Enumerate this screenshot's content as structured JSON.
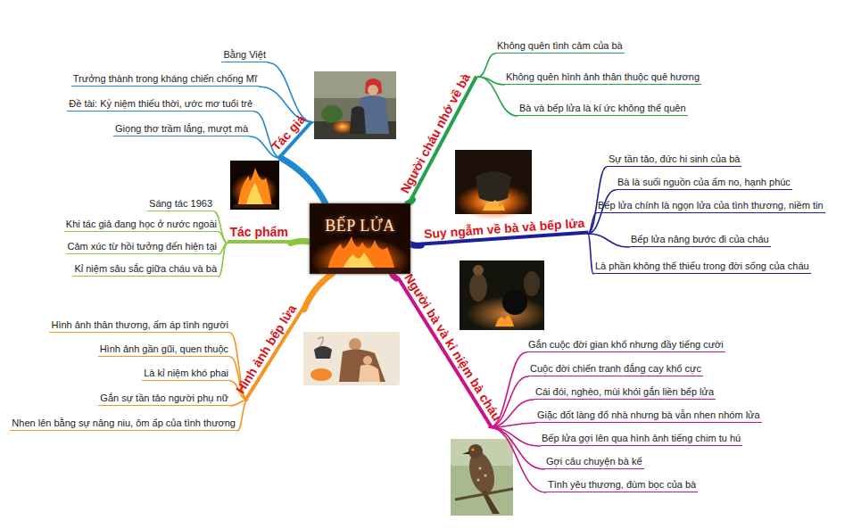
{
  "diagram": {
    "nodes": [
      {
        "text": [
          "BẾP LỬA"
        ]
      },
      {
        "text": [
          "Tác giả"
        ]
      },
      {
        "text": [
          "Bằng Việt"
        ]
      },
      {
        "text": [
          "Trưởng thành trong kháng chiến chống Mĩ"
        ]
      },
      {
        "text": [
          "Đề tài: Kỷ niệm thiếu thời, ước mơ tuổi trẻ"
        ]
      },
      {
        "text": [
          "Giọng thơ trầm lắng, mượt mà"
        ]
      },
      {
        "text": [
          "Tác phẩm"
        ]
      },
      {
        "text": [
          "Sáng tác 1963"
        ]
      },
      {
        "text": [
          "Khi tác giả đang học ở nước ngoài"
        ]
      },
      {
        "text": [
          "Cảm xúc từ hồi tưởng đến hiện tại"
        ]
      },
      {
        "text": [
          "Kỉ niệm sâu sắc giữa cháu và bà"
        ]
      },
      {
        "text": [
          "Hình ảnh bếp lửa"
        ]
      },
      {
        "text": [
          "Hình ảnh thân thương, ấm áp tình người"
        ]
      },
      {
        "text": [
          "Hình ảnh gần gũi, quen thuộc"
        ]
      },
      {
        "text": [
          "Là kỉ niệm khó phai"
        ]
      },
      {
        "text": [
          "Gắn sự tần tảo người phụ nữ"
        ]
      },
      {
        "text": [
          "Nhen lên bằng sự nâng niu, ôm ấp của tình thương"
        ]
      },
      {
        "text": [
          "Người cháu nhớ về bà"
        ]
      },
      {
        "text": [
          "Không quên tình cảm của bà"
        ]
      },
      {
        "text": [
          "Không quên hình ảnh thân thuộc quê hương"
        ]
      },
      {
        "text": [
          "Bà và bếp lửa là kí ức không thể quên"
        ]
      },
      {
        "text": [
          "Suy ngẫm về bà và bếp lửa"
        ]
      },
      {
        "text": [
          "Sự tần tảo, đức hi sinh của bà"
        ]
      },
      {
        "text": [
          "Bà là suối nguồn của ấm no, hạnh phúc"
        ]
      },
      {
        "text": [
          "Bếp lửa chính là ngọn lửa của tình thương, niềm tin"
        ]
      },
      {
        "text": [
          "Bếp lửa nâng bước đi của cháu"
        ]
      },
      {
        "text": [
          "Là phần không thể thiếu trong đời sống của cháu"
        ]
      },
      {
        "text": [
          "Người bà và kỉ niệm bà cháu"
        ]
      },
      {
        "text": [
          "Gắn cuộc đời gian khổ nhưng đầy tiếng cười"
        ]
      },
      {
        "text": [
          "Cuộc đời chiến tranh đắng cay khổ cực"
        ]
      },
      {
        "text": [
          "Cái đói, nghèo, mùi khói gắn liền bếp lửa"
        ]
      },
      {
        "text": [
          "Giặc đốt làng đổ nhà nhưng bà vẫn nhen nhóm lửa"
        ]
      },
      {
        "text": [
          "Bếp lửa gợi lên qua hình ảnh tiếng chim tu hú"
        ]
      },
      {
        "text": [
          "Gợi câu chuyện bà kể"
        ]
      },
      {
        "text": [
          "Tình yêu thương, đùm bọc của bà"
        ]
      }
    ],
    "edges": [
      {
        "from": 0,
        "to": 1,
        "arrow": "none"
      },
      {
        "from": 1,
        "to": 2,
        "arrow": "none"
      },
      {
        "from": 1,
        "to": 3,
        "arrow": "none"
      },
      {
        "from": 1,
        "to": 4,
        "arrow": "none"
      },
      {
        "from": 1,
        "to": 5,
        "arrow": "none"
      },
      {
        "from": 0,
        "to": 6,
        "arrow": "none"
      },
      {
        "from": 6,
        "to": 7,
        "arrow": "none"
      },
      {
        "from": 6,
        "to": 8,
        "arrow": "none"
      },
      {
        "from": 6,
        "to": 9,
        "arrow": "none"
      },
      {
        "from": 6,
        "to": 10,
        "arrow": "none"
      },
      {
        "from": 0,
        "to": 11,
        "arrow": "none"
      },
      {
        "from": 11,
        "to": 12,
        "arrow": "none"
      },
      {
        "from": 11,
        "to": 13,
        "arrow": "none"
      },
      {
        "from": 11,
        "to": 14,
        "arrow": "none"
      },
      {
        "from": 11,
        "to": 15,
        "arrow": "none"
      },
      {
        "from": 11,
        "to": 16,
        "arrow": "none"
      },
      {
        "from": 0,
        "to": 17,
        "arrow": "none"
      },
      {
        "from": 17,
        "to": 18,
        "arrow": "none"
      },
      {
        "from": 17,
        "to": 19,
        "arrow": "none"
      },
      {
        "from": 17,
        "to": 20,
        "arrow": "none"
      },
      {
        "from": 0,
        "to": 21,
        "arrow": "none"
      },
      {
        "from": 21,
        "to": 22,
        "arrow": "none"
      },
      {
        "from": 21,
        "to": 23,
        "arrow": "none"
      },
      {
        "from": 21,
        "to": 24,
        "arrow": "none"
      },
      {
        "from": 21,
        "to": 25,
        "arrow": "none"
      },
      {
        "from": 21,
        "to": 26,
        "arrow": "none"
      },
      {
        "from": 0,
        "to": 27,
        "arrow": "none"
      },
      {
        "from": 27,
        "to": 28,
        "arrow": "none"
      },
      {
        "from": 27,
        "to": 29,
        "arrow": "none"
      },
      {
        "from": 27,
        "to": 30,
        "arrow": "none"
      },
      {
        "from": 27,
        "to": 31,
        "arrow": "none"
      },
      {
        "from": 27,
        "to": 32,
        "arrow": "none"
      },
      {
        "from": 27,
        "to": 33,
        "arrow": "none"
      },
      {
        "from": 27,
        "to": 34,
        "arrow": "none"
      }
    ]
  }
}
